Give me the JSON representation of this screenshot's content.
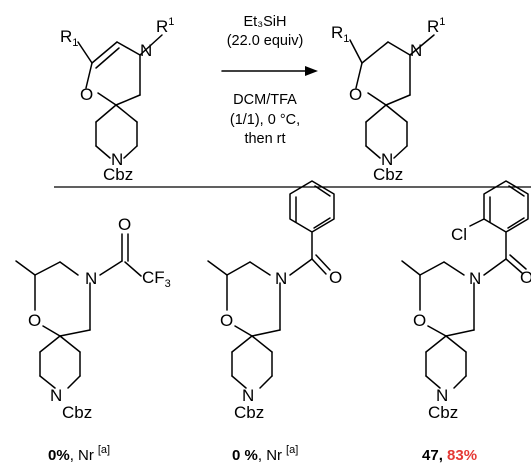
{
  "colors": {
    "highlight": "#e53935",
    "ink": "#000000"
  },
  "reaction": {
    "reagent_line1": "Et₃SiH",
    "reagent_line2": "(22.0 equiv)",
    "solvent": "DCM/TFA",
    "ratio_temp": "(1/1), 0 °C,",
    "then": "then rt",
    "substituent": "R",
    "substituent_sup": "1",
    "ring_O": "O",
    "ring_N": "N",
    "protecting_group": "Cbz"
  },
  "products": [
    {
      "acyl_group": "CF₃",
      "carbonyl_O": "O",
      "yield": "0%",
      "note": "Nr",
      "note_ref": "[a]"
    },
    {
      "carbonyl_O": "O",
      "yield": "0 %",
      "note": "Nr",
      "note_ref": "[a]"
    },
    {
      "substituent": "Cl",
      "carbonyl_O": "O",
      "yield_a": "47",
      "yield_b": "83%"
    }
  ]
}
